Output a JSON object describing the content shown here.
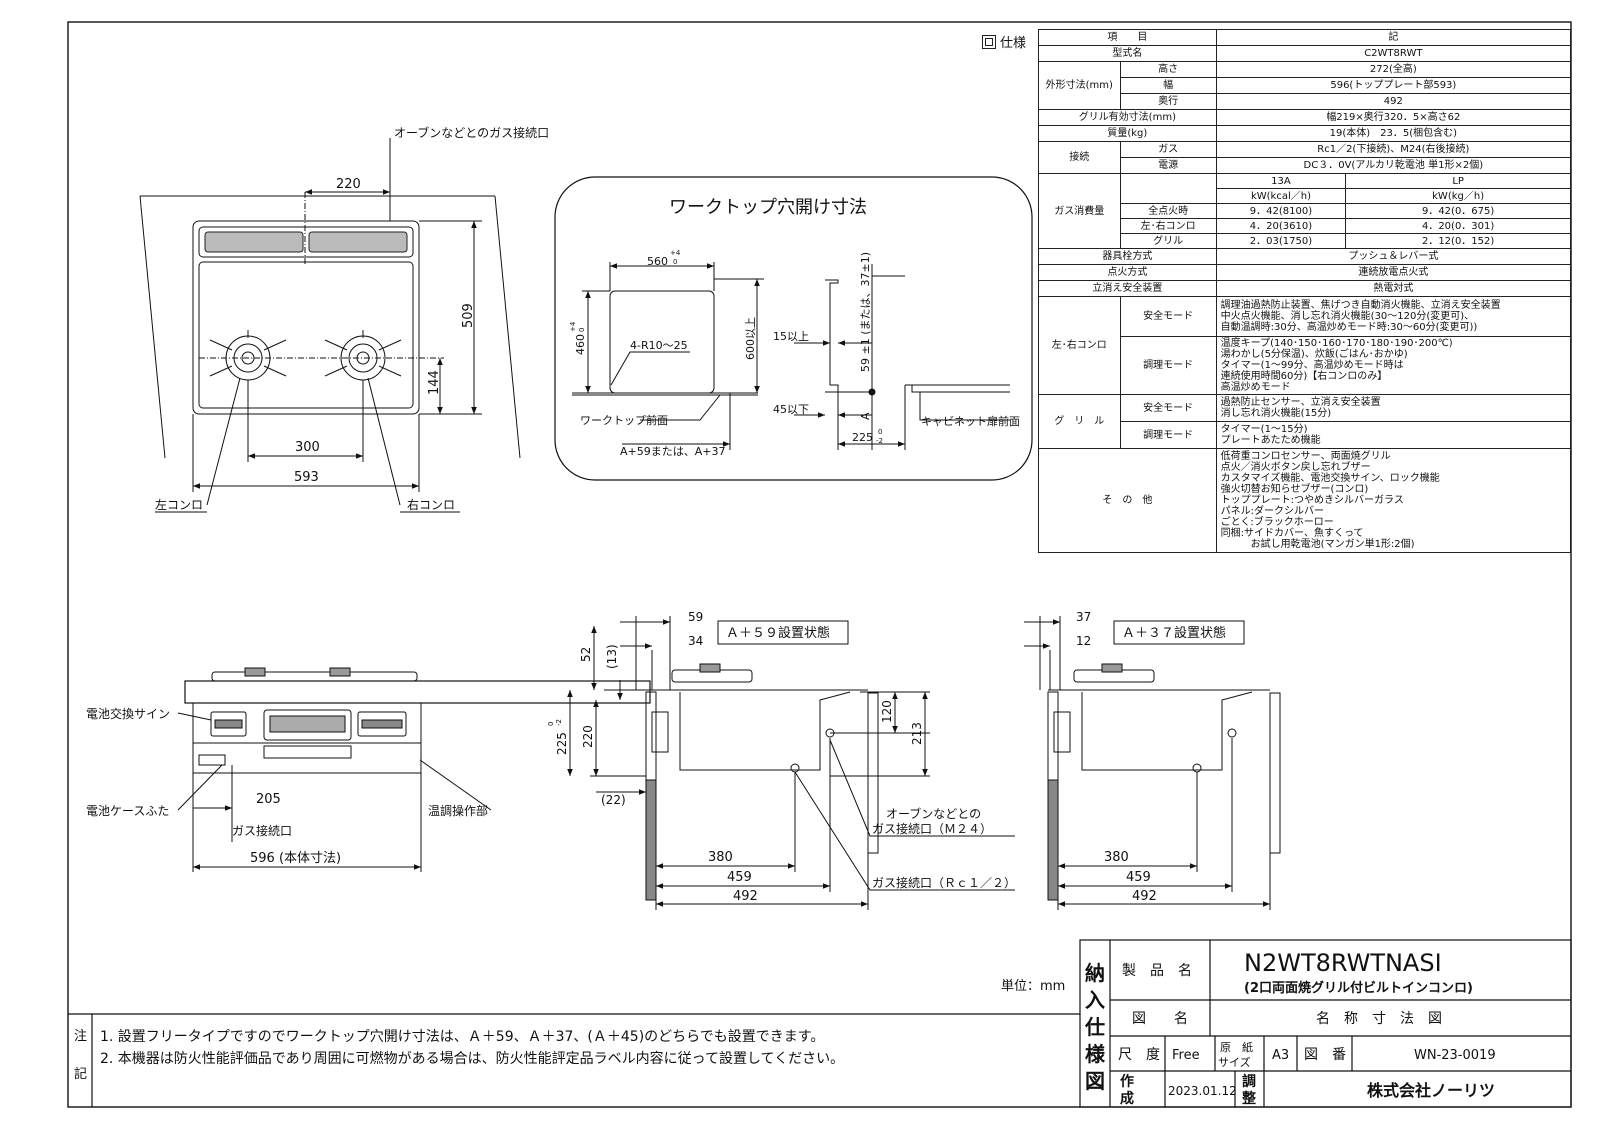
{
  "spec": {
    "section_label": "仕様",
    "header": {
      "item": "項　　目",
      "value": "記"
    },
    "rows": {
      "model_name_label": "型式名",
      "model_name": "C2WT8RWT",
      "outer_dims_label": "外形寸法(mm)",
      "height_label": "高さ",
      "height": "272(全高)",
      "width_label": "幅",
      "width": "596(トッププレート部593)",
      "depth_label": "奥行",
      "depth": "492",
      "grill_effective_label": "グリル有効寸法(mm)",
      "grill_effective": "幅219×奥行320．5×高さ62",
      "weight_label": "質量(kg)",
      "weight": "19(本体)　23．5(梱包含む)",
      "connection_label": "接続",
      "gas_label": "ガス",
      "gas": "Rc1／2(下接続)、M24(右後接続)",
      "power_label": "電源",
      "power": "DC３．0V(アルカリ乾電池 単1形×2個)",
      "consumption_label": "ガス消費量",
      "col_13a": "13A",
      "col_lp": "LP",
      "unit_13a": "kW(kcal／h)",
      "unit_lp": "kW(kg／h)",
      "all_on_label": "全点火時",
      "all_on_13a": "9．42(8100)",
      "all_on_lp": "9．42(0．675)",
      "lr_label": "左･右コンロ",
      "lr_13a": "4．20(3610)",
      "lr_lp": "4．20(0．301)",
      "grill_label": "グリル",
      "grill_13a": "2．03(1750)",
      "grill_lp": "2．12(0．152)",
      "tap_label": "器具栓方式",
      "tap": "プッシュ＆レバー式",
      "ignition_label": "点火方式",
      "ignition": "連続放電点火式",
      "safety_device_label": "立消え安全装置",
      "safety_device": "熱電対式",
      "lr_konro_label": "左･右コンロ",
      "safety_mode_label": "安全モード",
      "lr_safety_1": "調理油過熱防止装置、焦げつき自動消火機能、立消え安全装置",
      "lr_safety_2": "中火点火機能、消し忘れ消火機能(30～120分(変更可)、",
      "lr_safety_3": "自動温調時:30分、高温炒めモード時:30～60分(変更可))",
      "cook_mode_label": "調理モード",
      "lr_cook_1": "温度キープ(140･150･160･170･180･190･200℃)",
      "lr_cook_2": "湯わかし(5分保温)、炊飯(ごはん･おかゆ)",
      "lr_cook_3": "タイマー(1～99分、高温炒めモード時は",
      "lr_cook_4": "連続使用時間60分)【右コンロのみ】",
      "lr_cook_5": "高温炒めモード",
      "grill_section_label": "グ　リ　ル",
      "grill_safety_1": "過熱防止センサー、立消え安全装置",
      "grill_safety_2": "消し忘れ消火機能(15分)",
      "grill_cook_1": "タイマー(1～15分)",
      "grill_cook_2": "プレートあたため機能",
      "other_label": "そ　の　他",
      "other_1": "低荷重コンロセンサー、両面焼グリル",
      "other_2": "点火／消火ボタン戻し忘れブザー",
      "other_3": "カスタマイズ機能、電池交換サイン、ロック機能",
      "other_4": "強火切替お知らせブザー(コンロ)",
      "other_5": "トッププレート:つやめきシルバーガラス",
      "other_6": "パネル:ダークシルバー",
      "other_7": "ごとく:ブラックホーロー",
      "other_8": "同梱:サイドカバー、魚すくって",
      "other_9": "　　　お試し用乾電池(マンガン単1形:2個)"
    }
  },
  "top_view": {
    "gas_conn_label": "オーブンなどとのガス接続口",
    "dim_220": "220",
    "dim_509": "509",
    "dim_144": "144",
    "dim_300": "300",
    "dim_593": "593",
    "left_burner": "左コンロ",
    "right_burner": "右コンロ"
  },
  "cutout": {
    "title": "ワークトップ穴開け寸法",
    "w": "560",
    "w_tol_upper": "+4",
    "w_tol_lower": "0",
    "h": "460",
    "h_tol_upper": "+4",
    "h_tol_lower": "0",
    "corner": "4-R10～25",
    "dim_600": "600以上",
    "front_label": "ワークトップ前面",
    "ref_label": "A+59または、A+37",
    "dim_15": "15以上",
    "dim_59": "59 ±1 (または、37±1)",
    "dim_45": "45以下",
    "label_a": "A",
    "cabinet_label": "キャビネット扉前面",
    "dim_225": "225",
    "dim_225_tol_upper": "0",
    "dim_225_tol_lower": "-2"
  },
  "front_view": {
    "battery_sign": "電池交換サイン",
    "battery_cover": "電池ケースふた",
    "temp_control": "温調操作部",
    "dim_205": "205",
    "gas_conn": "ガス接続口",
    "dim_596": "596 (本体寸法)"
  },
  "side_a59": {
    "state_label": "Ａ＋５９設置状態",
    "dim_59": "59",
    "dim_34": "34",
    "dim_52": "52",
    "dim_13": "(13)",
    "dim_225": "225",
    "dim_225_tol_upper": "0",
    "dim_225_tol_lower": "-2",
    "dim_220": "220",
    "dim_22": "(22)",
    "dim_120": "120",
    "dim_213": "213",
    "oven_conn_1": "オーブンなどとの",
    "oven_conn_2": "ガス接続口（Ｍ２４）",
    "gas_conn": "ガス接続口（Ｒｃ１／２）",
    "dim_380": "380",
    "dim_459": "459",
    "dim_492": "492"
  },
  "side_a37": {
    "state_label": "Ａ＋３７設置状態",
    "dim_37": "37",
    "dim_12": "12",
    "dim_380": "380",
    "dim_459": "459",
    "dim_492": "492"
  },
  "unit_label": "単位：mm",
  "notes": {
    "label_1": "注",
    "label_2": "記",
    "n1": "1. 設置フリータイプですのでワークトップ穴開け寸法は、Ａ＋59、Ａ＋37、(Ａ＋45)のどちらでも設置できます。",
    "n2": "2. 本機器は防火性能評価品であり周囲に可燃物がある場合は、防火性能評定品ラベル内容に従って設置してください。"
  },
  "title_block": {
    "side_title_1": "納",
    "side_title_2": "入",
    "side_title_3": "仕",
    "side_title_4": "様",
    "side_title_5": "図",
    "product_name_label": "製　品　名",
    "product_name": "N2WT8RWTNASI",
    "product_desc": "(2口両面焼グリル付ビルトインコンロ)",
    "drawing_label": "図　　名",
    "drawing_name": "名　称　寸　法　図",
    "scale_label": "尺　度",
    "scale": "Free",
    "paper_label_1": "原　紙",
    "paper_label_2": "サイズ",
    "paper": "A3",
    "number_label": "図　番",
    "number": "WN-23-0019",
    "created_label_1": "作",
    "created_label_2": "成",
    "date": "2023.01.12",
    "adjust_label_1": "調",
    "adjust_label_2": "整",
    "company": "株式会社ノーリツ"
  }
}
